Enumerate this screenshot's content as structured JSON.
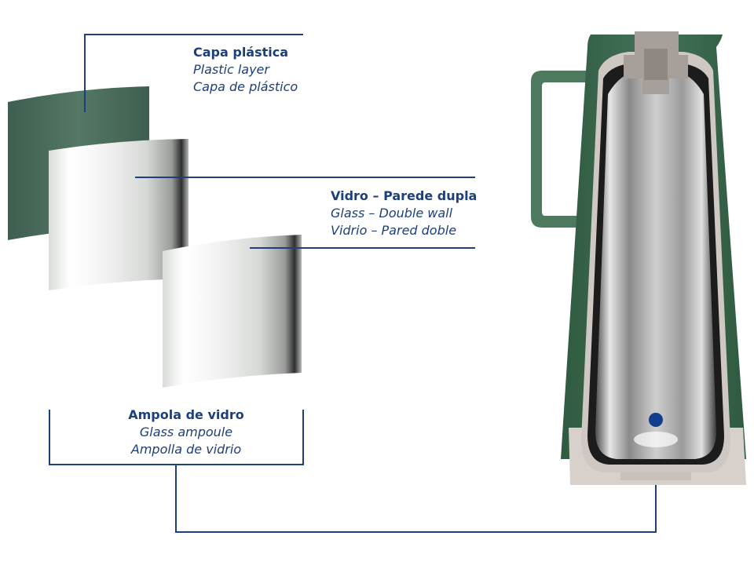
{
  "labels": {
    "plastic": {
      "title": "Capa plástica",
      "en": "Plastic layer",
      "es": "Capa de plástico"
    },
    "glass": {
      "title": "Vidro – Parede dupla",
      "en": "Glass – Double wall",
      "es": "Vidrio – Pared doble"
    },
    "ampoule": {
      "title": "Ampola de vidro",
      "en": "Glass ampoule",
      "es": "Ampolla de vidrio"
    }
  },
  "colors": {
    "line": "#1d3f7a",
    "plastic": "#4a6b5a",
    "body": "#3f6a4e",
    "cap": "#bcb3ad"
  }
}
